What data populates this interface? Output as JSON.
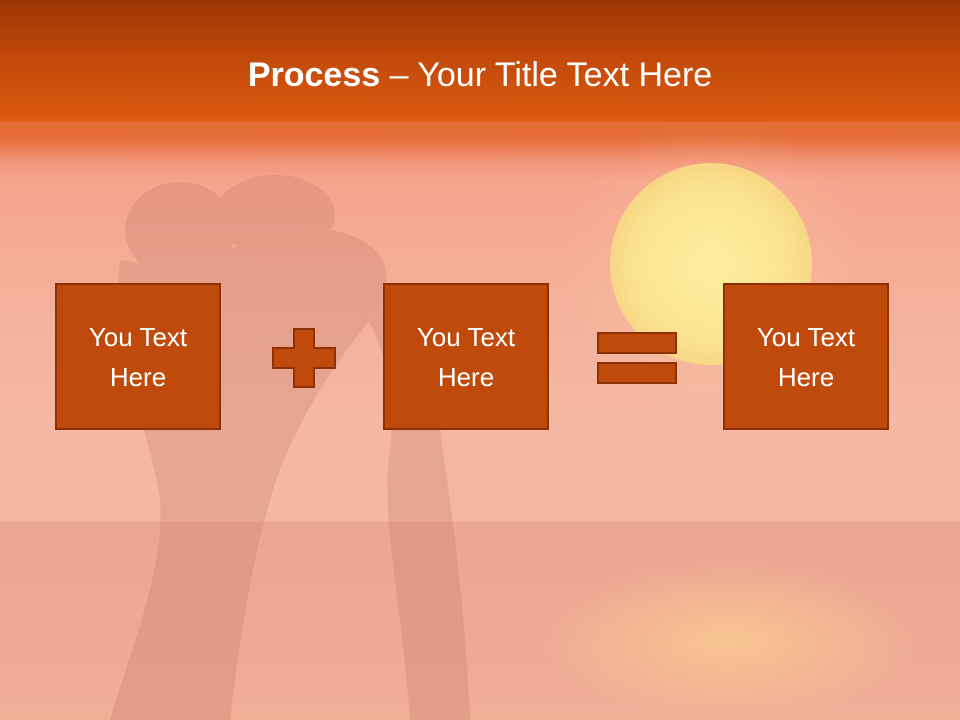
{
  "slide": {
    "title_bold": "Process",
    "title_rest": " – Your Title Text Here",
    "boxes": [
      {
        "text": "You Text Here"
      },
      {
        "text": "You Text Here"
      },
      {
        "text": "You Text Here"
      }
    ],
    "operators": [
      "plus",
      "equals"
    ]
  },
  "colors": {
    "title_band": "#c34a0a",
    "box_fill": "#c04a0c",
    "box_border": "#8e2f05",
    "title_text": "#ffffff",
    "sun": "#fbe78e"
  }
}
